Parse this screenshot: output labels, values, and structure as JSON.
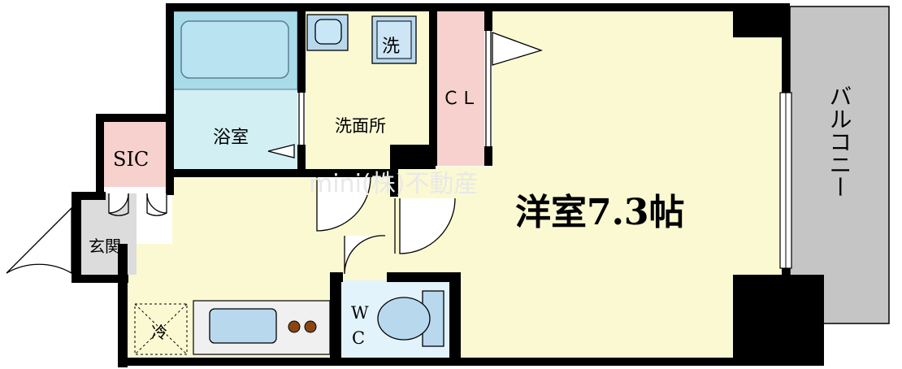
{
  "rooms": {
    "bath": "浴室",
    "washroom": "洗面所",
    "washer": "洗",
    "closet": "ＣＬ",
    "sic": "SIC",
    "entrance": "玄関",
    "fridge": "冷",
    "toilet_w": "W",
    "toilet_c": "C",
    "western": "洋室7.3帖",
    "balcony": "バルコニー"
  },
  "watermark": "mini(株)不動産",
  "colors": {
    "wall": "#000000",
    "bath": "#d2f0f4",
    "bath_inner": "#a9dbe9",
    "floor": "#fbf9d2",
    "closet": "#f7d1cd",
    "balcony": "#c5c5c5",
    "fixture_blue": "#b8d8ee"
  }
}
